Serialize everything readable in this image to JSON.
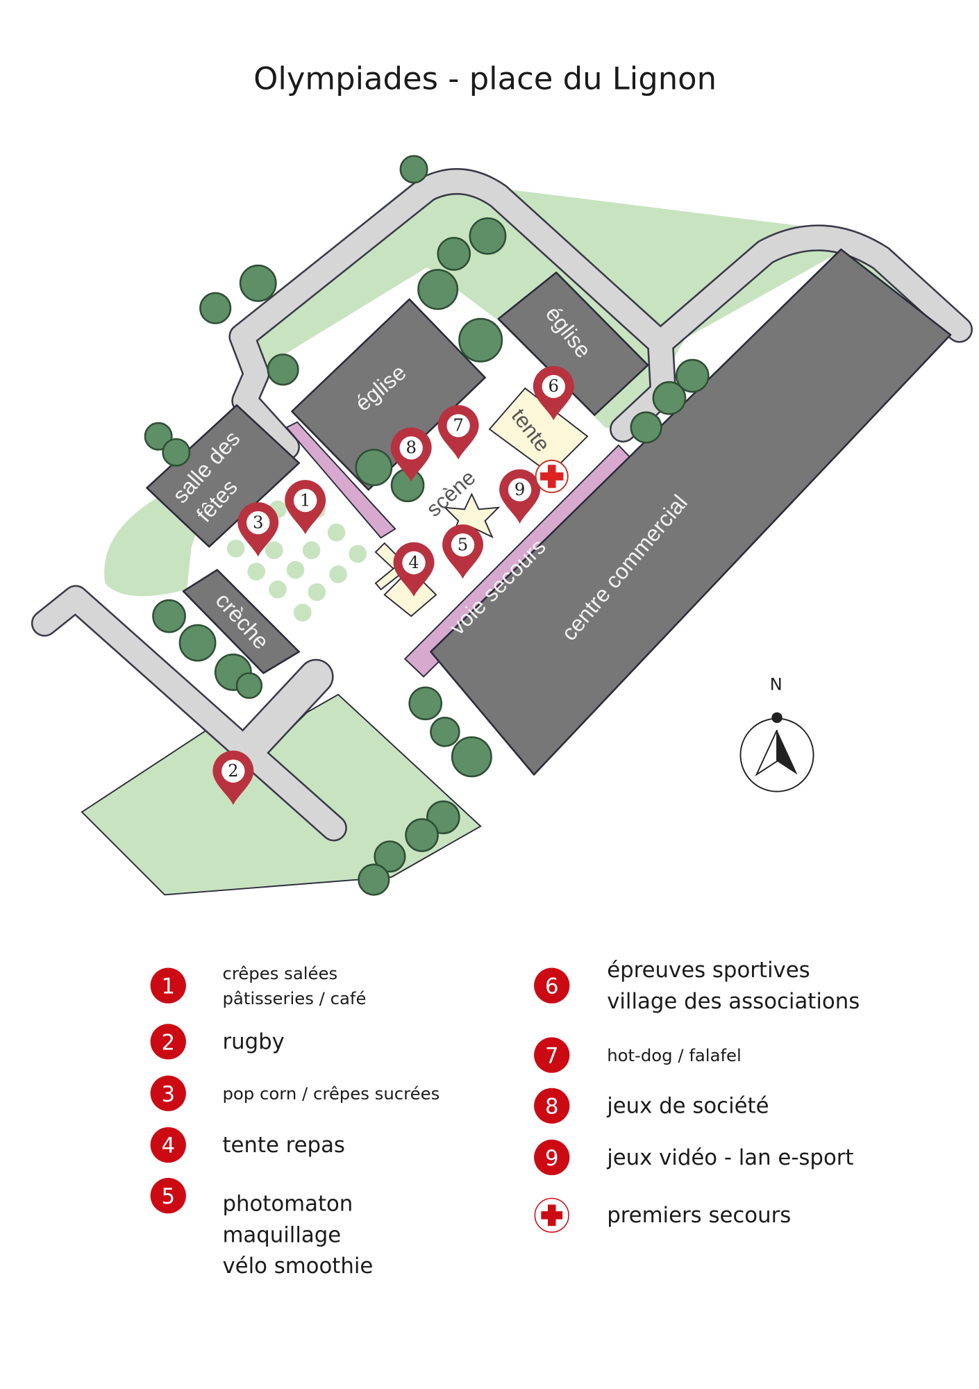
{
  "title": "Olympiades - place du Lignon",
  "map": {
    "labels": {
      "eglise_1": "église",
      "eglise_2": "église",
      "salle_line1": "salle des",
      "salle_line2": "fêtes",
      "creche": "crèche",
      "tente": "tente",
      "scene": "scène",
      "voie_secours": "voie secours",
      "centre_commercial": "centre commercial"
    },
    "markers": [
      "1",
      "2",
      "3",
      "4",
      "5",
      "6",
      "7",
      "8",
      "9"
    ],
    "compass_north": "N"
  },
  "legend": {
    "left": [
      {
        "num": "1",
        "lines": [
          "crêpes salées",
          "pâtisseries / café"
        ]
      },
      {
        "num": "2",
        "lines": [
          "rugby"
        ]
      },
      {
        "num": "3",
        "lines": [
          "pop corn / crêpes sucrées"
        ]
      },
      {
        "num": "4",
        "lines": [
          "tente repas"
        ]
      },
      {
        "num": "5",
        "lines": [
          "photomaton",
          "maquillage",
          "vélo smoothie"
        ]
      }
    ],
    "right": [
      {
        "num": "6",
        "lines": [
          "épreuves sportives",
          "village des associations"
        ]
      },
      {
        "num": "7",
        "lines": [
          "hot-dog / falafel"
        ]
      },
      {
        "num": "8",
        "lines": [
          "jeux de société"
        ]
      },
      {
        "num": "9",
        "lines": [
          "jeux vidéo - lan e-sport"
        ]
      },
      {
        "num": "first-aid-icon",
        "lines": [
          "premiers secours"
        ]
      }
    ]
  },
  "colors": {
    "marker": "#b8333f",
    "legend_badge": "#cc0a14",
    "grass": "#c8e3c0",
    "building": "#777777",
    "road": "#d6d6d6",
    "emergency_lane": "#d8a9cf",
    "tent": "#fcf7d9"
  }
}
